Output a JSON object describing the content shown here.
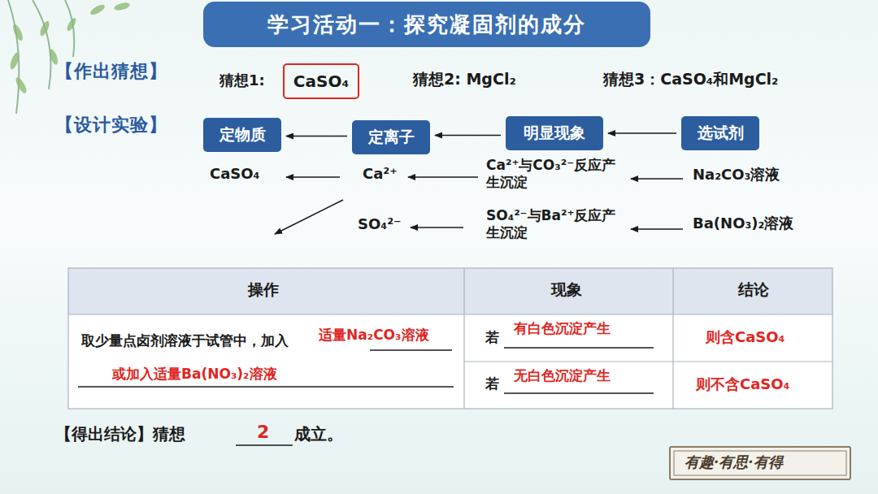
{
  "diagram": {
    "title": "学习活动一：探究凝固剂的成分",
    "nodes": [
      {
        "text": [
          "CaSO₄"
        ]
      },
      {
        "text": [
          "定物质"
        ]
      },
      {
        "text": [
          "定离子"
        ]
      },
      {
        "text": [
          "明显现象"
        ]
      },
      {
        "text": [
          "选试剂"
        ]
      }
    ],
    "edges": [
      {
        "from": 2,
        "to": 1,
        "arrow": "to"
      },
      {
        "from": 3,
        "to": 2,
        "arrow": "to"
      },
      {
        "from": 4,
        "to": 3,
        "arrow": "to"
      }
    ],
    "labels": [
      "【作出猜想】",
      "猜想1:",
      "猜想2: MgCl₂",
      "猜想3：CaSO₄和MgCl₂",
      "【设计实验】",
      "CaSO₄",
      "Ca²⁺",
      "Ca²⁺与CO₃²⁻反应产生沉淀",
      "Na₂CO₃溶液",
      "SO₄²⁻",
      "SO₄²⁻与Ba²⁺反应产生沉淀",
      "Ba(NO₃)₂溶液",
      "操作",
      "现象",
      "结论",
      "取少量点卤剂溶液于试管中，加入",
      "适量Na₂CO₃溶液",
      "或加入适量Ba(NO₃)₂溶液",
      "若",
      "有白色沉淀产生",
      "则含CaSO₄",
      "若",
      "无白色沉淀产生",
      "则不含CaSO₄",
      "【得出结论】猜想",
      "2",
      "成立。",
      "有趣·有思·有得"
    ]
  }
}
